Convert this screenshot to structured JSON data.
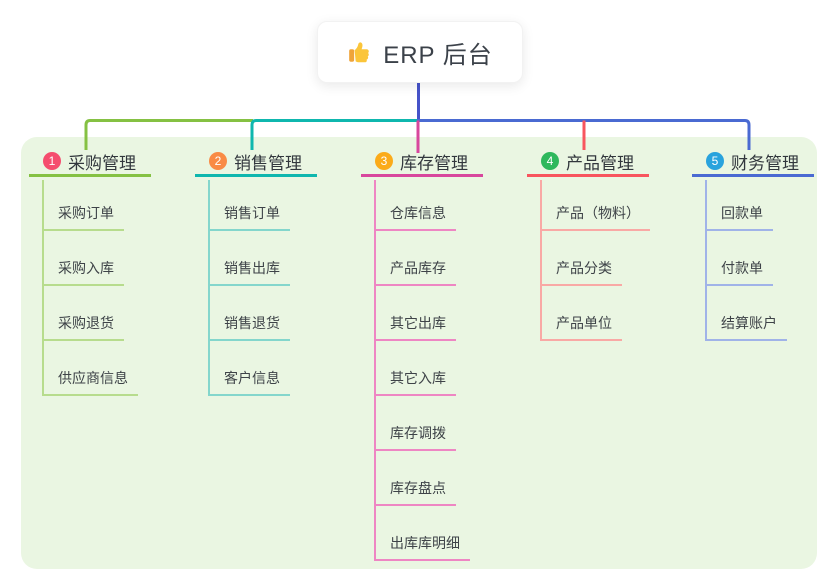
{
  "root": {
    "icon": "thumbs-up",
    "title": "ERP 后台"
  },
  "colors": {
    "root_line": "#4653c9",
    "panel_bg": "#eaf6e2",
    "bar_green": "#85c143",
    "bar_teal": "#0fb7ae",
    "bar_blue": "#4a6ad2",
    "drop_magenta": "#d8479d",
    "drop_red": "#f8555e"
  },
  "branches": [
    {
      "num": "1",
      "label": "采购管理",
      "badge_color": "#f54d6e",
      "line_color": "#85c143",
      "child_line_color": "#b7dc8d",
      "children": [
        "采购订单",
        "采购入库",
        "采购退货",
        "供应商信息"
      ]
    },
    {
      "num": "2",
      "label": "销售管理",
      "badge_color": "#f98b45",
      "line_color": "#0fb7ae",
      "child_line_color": "#84d6cc",
      "children": [
        "销售订单",
        "销售出库",
        "销售退货",
        "客户信息"
      ]
    },
    {
      "num": "3",
      "label": "库存管理",
      "badge_color": "#fbab19",
      "line_color": "#d8479d",
      "child_line_color": "#ee86c3",
      "children": [
        "仓库信息",
        "产品库存",
        "其它出库",
        "其它入库",
        "库存调拨",
        "库存盘点",
        "出库库明细"
      ]
    },
    {
      "num": "4",
      "label": "产品管理",
      "badge_color": "#2eb85c",
      "line_color": "#f8555e",
      "child_line_color": "#f9a9a5",
      "children": [
        "产品（物料）",
        "产品分类",
        "产品单位"
      ]
    },
    {
      "num": "5",
      "label": "财务管理",
      "badge_color": "#29a3dd",
      "line_color": "#4a6ad2",
      "child_line_color": "#a0b3e8",
      "children": [
        "回款单",
        "付款单",
        "结算账户"
      ]
    }
  ]
}
